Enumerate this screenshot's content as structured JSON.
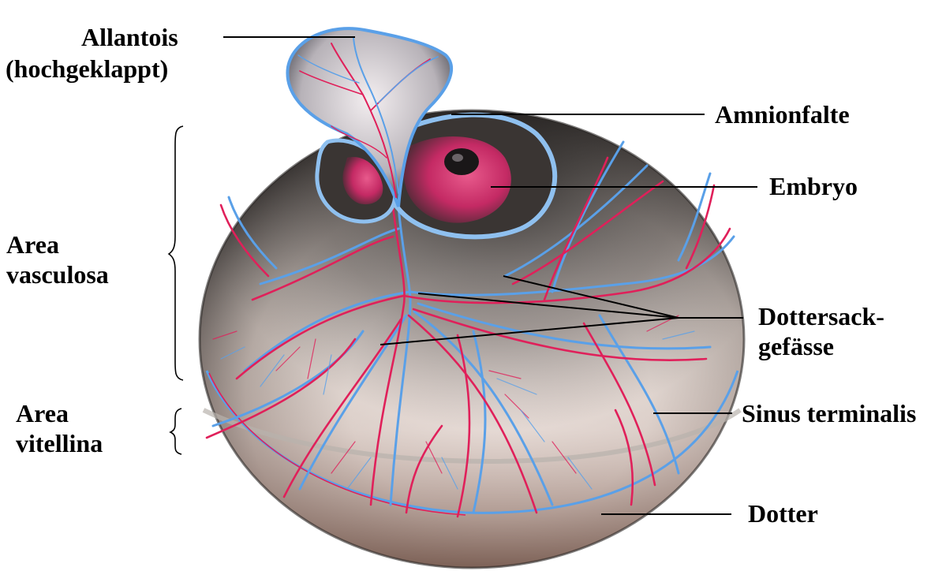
{
  "labels": {
    "allantois": {
      "line1": "Allantois",
      "line2": "(hochgeklappt)"
    },
    "amnionfalte": "Amnionfalte",
    "embryo": "Embryo",
    "area_vasculosa": {
      "line1": "Area",
      "line2": "vasculosa"
    },
    "dottersackgefaesse": {
      "line1": "Dottersack-",
      "line2": "gefässe"
    },
    "area_vitellina": {
      "line1": "Area",
      "line2": "vitellina"
    },
    "sinus_terminalis": "Sinus terminalis",
    "dotter": "Dotter"
  },
  "colors": {
    "yolk_shadow": "#2a2624",
    "yolk_light": "#f2eeea",
    "artery_red": "#e0205a",
    "vein_blue": "#5aa0e8",
    "embryo_pink": "#d6306e",
    "leader_line": "#000000"
  }
}
